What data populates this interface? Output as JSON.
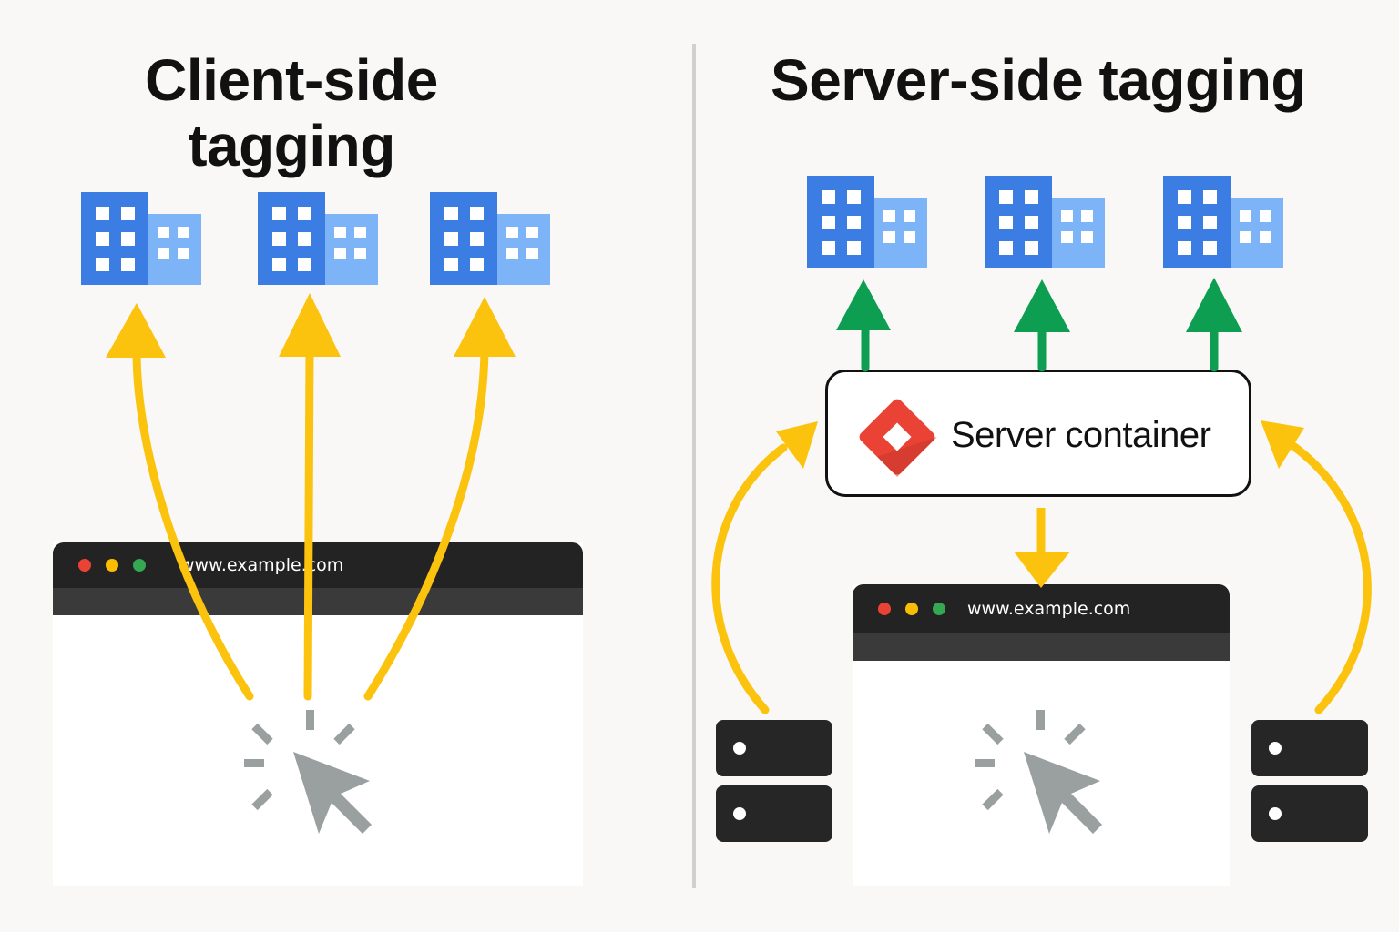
{
  "left_panel": {
    "title": "Client-side tagging",
    "browser": {
      "url": "www.example.com"
    }
  },
  "right_panel": {
    "title": "Server-side tagging",
    "server_container": {
      "label": "Server container",
      "icon": "gtm-diamond-icon"
    },
    "browser": {
      "url": "www.example.com"
    }
  },
  "icons": {
    "vendor": "building-icon",
    "cursor": "click-cursor-icon",
    "server": "server-stack-icon"
  },
  "colors": {
    "building_dark": "#3b7de2",
    "building_light": "#7db3f7",
    "arrow_client": "#fbc30d",
    "arrow_server": "#0e9e51",
    "gtm_red": "#ea4335",
    "browser_bar": "#232323",
    "server_dark": "#262626",
    "cursor_gray": "#9aa0a0"
  }
}
